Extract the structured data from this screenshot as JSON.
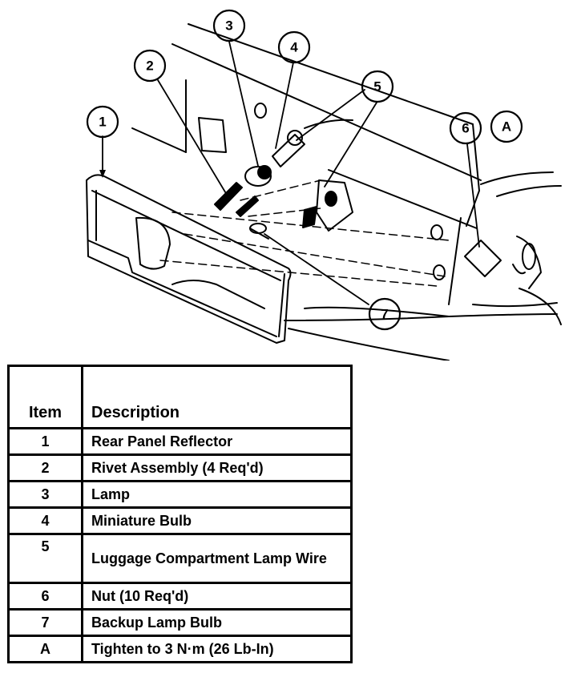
{
  "callouts": [
    {
      "label": "1"
    },
    {
      "label": "2"
    },
    {
      "label": "3"
    },
    {
      "label": "4"
    },
    {
      "label": "5"
    },
    {
      "label": "6"
    },
    {
      "label": "A"
    },
    {
      "label": "7"
    }
  ],
  "table": {
    "header_item": "Item",
    "header_description": "Description",
    "rows": [
      {
        "item": "1",
        "description": "Rear Panel Reflector"
      },
      {
        "item": "2",
        "description": "Rivet Assembly (4 Req'd)"
      },
      {
        "item": "3",
        "description": "Lamp"
      },
      {
        "item": "4",
        "description": "Miniature Bulb"
      },
      {
        "item": "5",
        "description": "Luggage Compartment Lamp Wire"
      },
      {
        "item": "6",
        "description": "Nut (10 Req'd)"
      },
      {
        "item": "7",
        "description": "Backup Lamp Bulb"
      },
      {
        "item": "A",
        "description": "Tighten to 3 N·m (26 Lb-In)"
      }
    ]
  }
}
